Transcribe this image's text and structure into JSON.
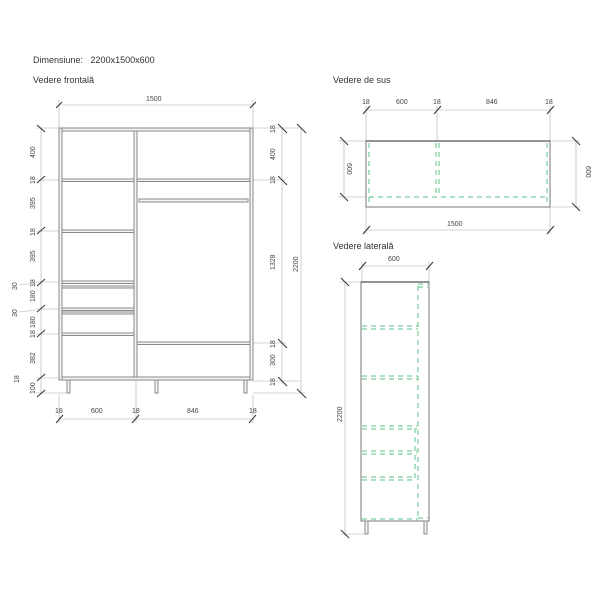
{
  "header": {
    "dimensions_label": "Dimensiune:",
    "dimensions_value": "2200x1500x600"
  },
  "front_view": {
    "title": "Vedere frontală",
    "top_width": "1500",
    "left_dims": [
      "400",
      "18",
      "395",
      "18",
      "395",
      "18",
      "180",
      "18",
      "180",
      "18",
      "382",
      "18",
      "100"
    ],
    "left_drawer_gaps": [
      "30",
      "30"
    ],
    "right_dims": [
      "18",
      "400",
      "18",
      "1328",
      "18",
      "300",
      "18"
    ],
    "total_height": "2200",
    "bottom_dims": [
      "18",
      "600",
      "18",
      "846",
      "18"
    ]
  },
  "top_view": {
    "title": "Vedere de sus",
    "top_dims": [
      "18",
      "600",
      "18",
      "846",
      "18"
    ],
    "left_depth": "600",
    "right_depth": "600",
    "bottom_width": "1500"
  },
  "side_view": {
    "title": "Vedere laterală",
    "top_depth": "600",
    "height": "2200"
  },
  "colors": {
    "outline": "#777777",
    "hidden_lines": "#5cc28a",
    "dimension_lines": "#aaaaaa"
  }
}
